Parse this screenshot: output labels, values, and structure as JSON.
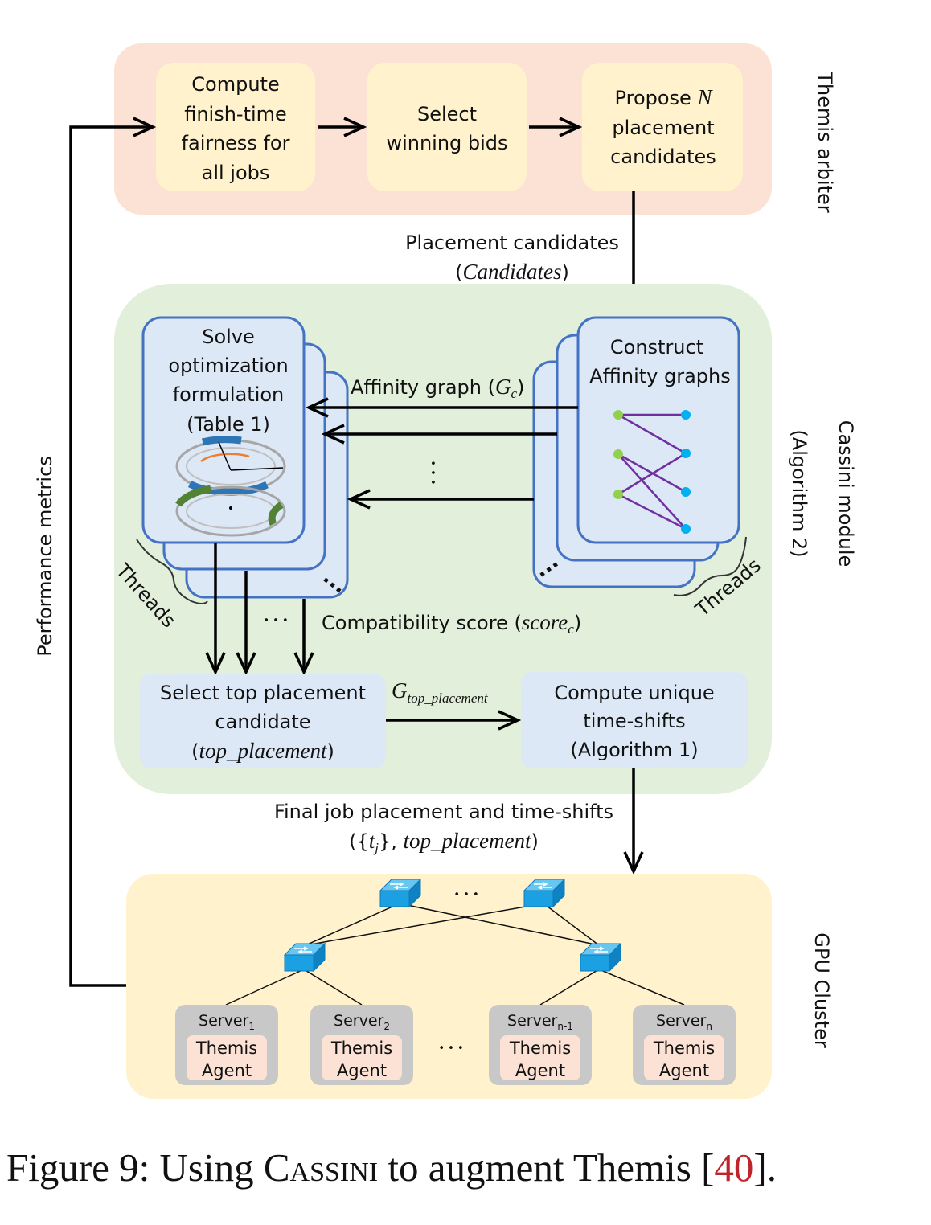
{
  "arbiter": {
    "side_label": "Themis arbiter",
    "step1_lines": [
      "Compute",
      "finish-time",
      "fairness for",
      "all jobs"
    ],
    "step2_lines": [
      "Select",
      "winning bids"
    ],
    "step3_line1": "Propose ",
    "step3_n": "N",
    "step3_lines": [
      "placement",
      "candidates"
    ]
  },
  "candidates_edge": {
    "line1": "Placement candidates",
    "line2_open": "(",
    "line2_italic": "Candidates",
    "line2_close": ")"
  },
  "cassini": {
    "side_line1": "Cassini module",
    "side_line2": "(Algorithm 2)",
    "solve_lines": [
      "Solve",
      "optimization",
      "formulation",
      "(Table 1)"
    ],
    "construct_lines": [
      "Construct",
      "Affinity graphs"
    ],
    "affinity_prefix": "Affinity graph (",
    "affinity_g": "G",
    "affinity_sub": "c",
    "affinity_suffix": ")",
    "threads_left": "Threads",
    "threads_right": "Threads",
    "score_prefix": "Compatibility score (",
    "score_italic": "score",
    "score_sub": "c",
    "score_suffix": ")",
    "select_lines": [
      "Select top placement",
      "candidate"
    ],
    "select_italic": "top_placement",
    "edge_g": "G",
    "edge_g_sub": "top_placement",
    "timeshift_lines": [
      "Compute unique",
      "time-shifts",
      "(Algorithm 1)"
    ],
    "dots": "• • •"
  },
  "final_edge": {
    "line1": "Final job placement and time-shifts",
    "line2_open": "({",
    "line2_t": "t",
    "line2_sub": "j",
    "line2_rest": "}, ",
    "line2_italic": "top_placement",
    "line2_close": ")"
  },
  "feedback": {
    "label": "Performance metrics"
  },
  "cluster": {
    "side_label": "GPU Cluster",
    "servers": [
      {
        "name": "Server",
        "sub": "1",
        "agent_line1": "Themis",
        "agent_line2": "Agent"
      },
      {
        "name": "Server",
        "sub": "2",
        "agent_line1": "Themis",
        "agent_line2": "Agent"
      },
      {
        "name": "Server",
        "sub": "n-1",
        "agent_line1": "Themis",
        "agent_line2": "Agent"
      },
      {
        "name": "Server",
        "sub": "n",
        "agent_line1": "Themis",
        "agent_line2": "Agent"
      }
    ]
  },
  "caption": {
    "prefix": "Figure 9: Using ",
    "system": "Cassini",
    "middle": " to augment Themis [",
    "ref": "40",
    "suffix": "]."
  },
  "colors": {
    "arbiter_bg": "#fbe2d4",
    "arbiter_box": "#fff2cc",
    "cassini_bg": "#e2efda",
    "inner_box": "#dde8f6",
    "inner_border": "#4472c4",
    "cluster_bg": "#fff2cc",
    "server_bg": "#c8c8c8",
    "agent_bg": "#fbe2d4",
    "graph_left_node": "#92d050",
    "graph_right_node": "#00b0f0",
    "graph_edge": "#7030a0",
    "ring_blue": "#2e75b6",
    "ring_green": "#548235",
    "ring_orange": "#ed7d31",
    "switch_blue": "#1ba1e2",
    "caption_ref": "#c0242b"
  }
}
